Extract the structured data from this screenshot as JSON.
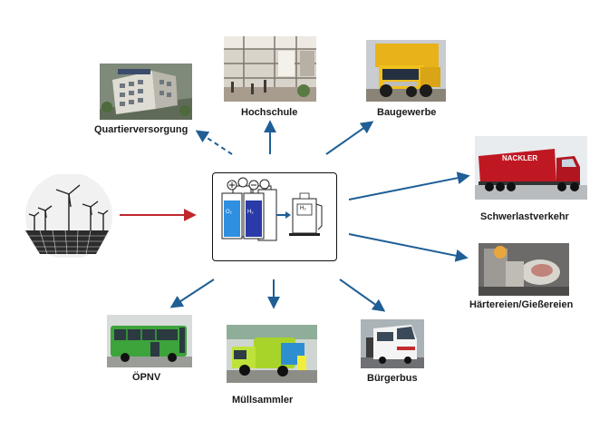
{
  "labels": {
    "quartier": "Quartierversorgung",
    "hochschule": "Hochschule",
    "baugewerbe": "Baugewerbe",
    "schwerlast": "Schwerlastverkehr",
    "haertereien": "Härtereien/Gießereien",
    "oepnv": "ÖPNV",
    "muell": "Müllsammler",
    "buergerbus": "Bürgerbus"
  },
  "center": {
    "tank_o2": "O₂",
    "tank_h2": "H₂",
    "dispenser_h2": "H₂"
  },
  "truck_brand": "NACKLER",
  "colors": {
    "arrow_blue": "#1f5f95",
    "arrow_red": "#c0282d",
    "tank_blue": "#2f8fe0",
    "tank_navy": "#2a3aa8"
  }
}
